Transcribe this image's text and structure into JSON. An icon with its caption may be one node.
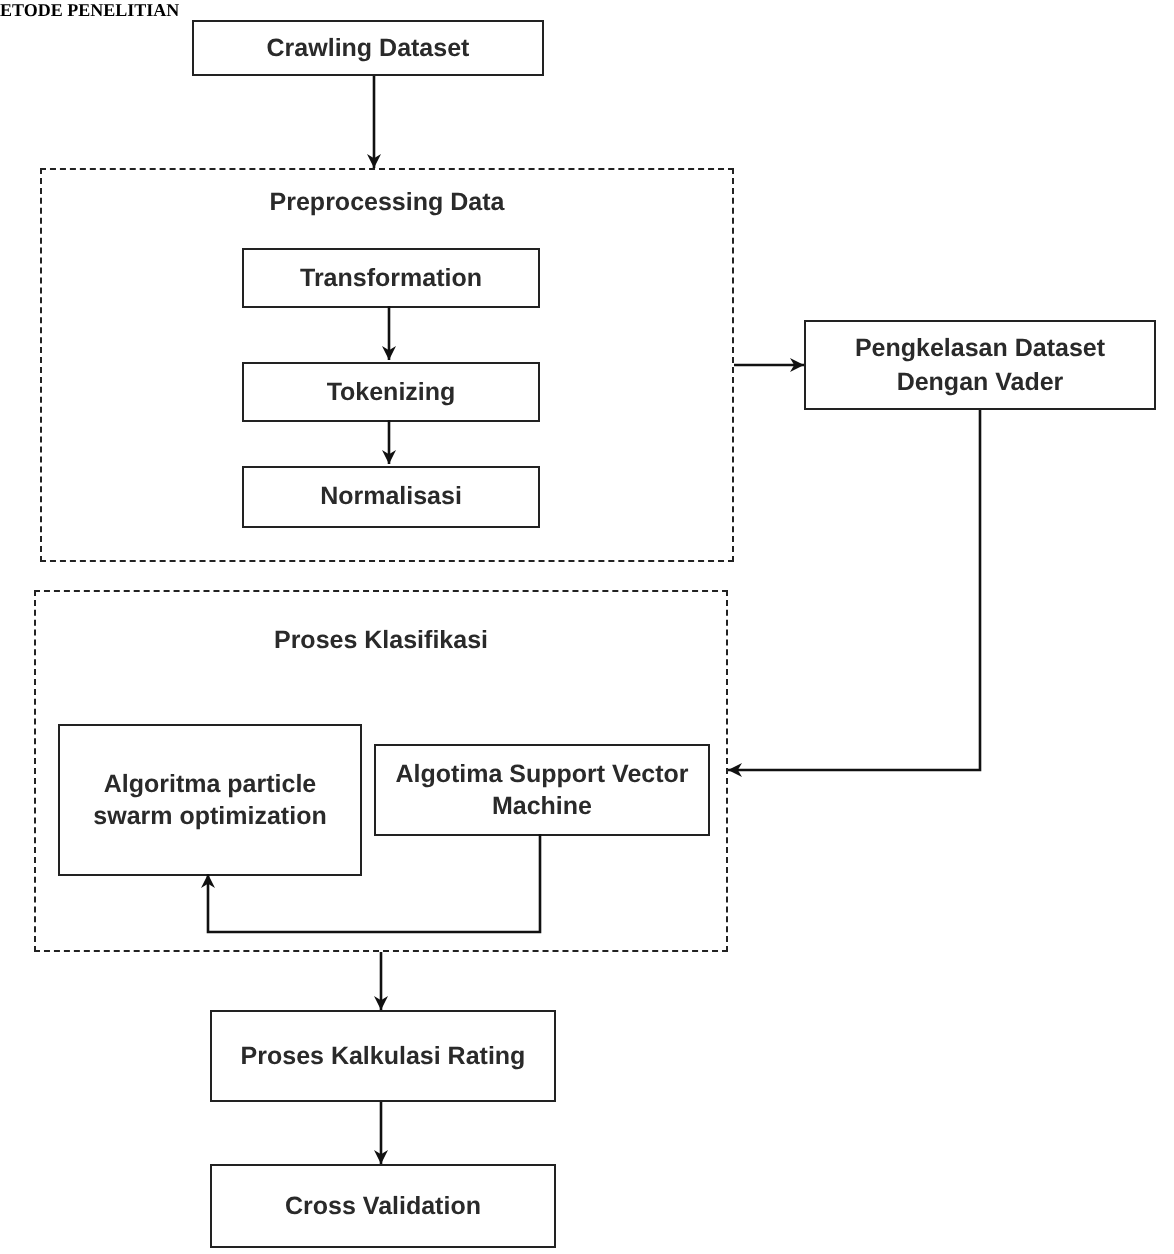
{
  "diagram": {
    "title": "ETODE PENELITIAN",
    "nodes": [
      {
        "text": [
          "Crawling Dataset"
        ]
      },
      {
        "text": [
          "Preprocessing Data"
        ]
      },
      {
        "text": [
          "Transformation"
        ],
        "in": 1
      },
      {
        "text": [
          "Tokenizing"
        ],
        "in": 1
      },
      {
        "text": [
          "Normalisasi"
        ],
        "in": 1
      },
      {
        "text": [
          "Pengkelasan Dataset Dengan Vader"
        ]
      },
      {
        "text": [
          "Proses Klasifikasi"
        ]
      },
      {
        "text": [
          "Algoritma particle swarm optimization"
        ],
        "in": 6
      },
      {
        "text": [
          "Algotima Support Vector Machine"
        ],
        "in": 6
      },
      {
        "text": [
          "Proses Kalkulasi Rating"
        ]
      },
      {
        "text": [
          "Cross Validation"
        ]
      }
    ],
    "edges": [
      {
        "from": 0,
        "to": 1,
        "arrow": "to"
      },
      {
        "from": 2,
        "to": 3,
        "arrow": "to"
      },
      {
        "from": 3,
        "to": 4,
        "arrow": "to"
      },
      {
        "from": 1,
        "to": 5,
        "arrow": "to"
      },
      {
        "from": 5,
        "to": 6,
        "arrow": "to"
      },
      {
        "from": 8,
        "to": 7,
        "arrow": "to"
      },
      {
        "from": 6,
        "to": 9,
        "arrow": "to"
      },
      {
        "from": 9,
        "to": 10,
        "arrow": "to"
      }
    ]
  }
}
